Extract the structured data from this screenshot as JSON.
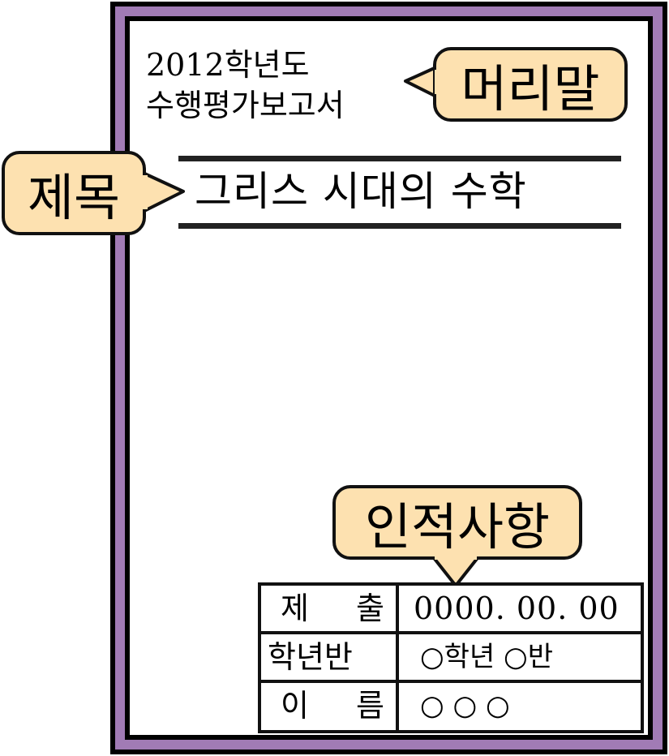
{
  "header": {
    "year": "2012학년도",
    "kind": "수행평가보고서"
  },
  "title": "그리스 시대의 수학",
  "callouts": {
    "header_label": "머리말",
    "title_label": "제목",
    "personal_info_label": "인적사항"
  },
  "info_table": {
    "rows": [
      {
        "label_chars": [
          "제",
          "출"
        ],
        "value": "0000. 00. 00"
      },
      {
        "label": "학년반",
        "value": "○학년 ○반"
      },
      {
        "label_chars": [
          "이",
          "름"
        ],
        "value": "○ ○ ○"
      }
    ]
  },
  "colors": {
    "frame_purple": "#a17bb5",
    "callout_fill": "#fde1b0",
    "outline": "#111111"
  }
}
